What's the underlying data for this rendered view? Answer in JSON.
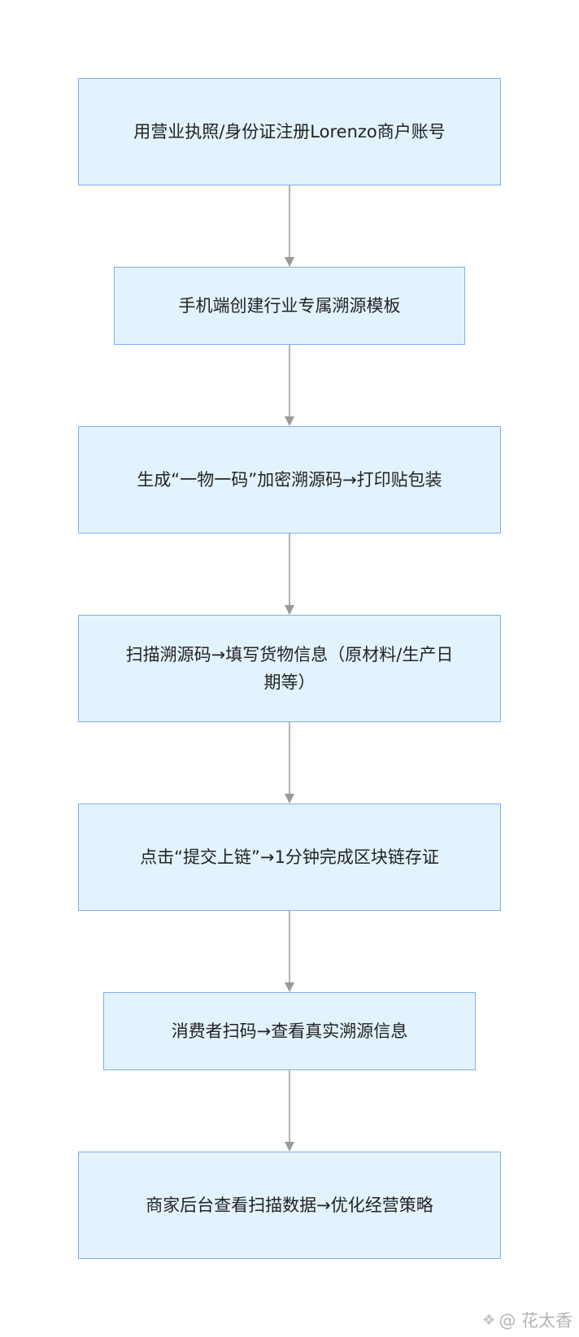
{
  "nodes": [
    {
      "id": "n1",
      "text": "用营业执照/身份证注册Lorenzo商户账号"
    },
    {
      "id": "n2",
      "text": "手机端创建行业专属溯源模板"
    },
    {
      "id": "n3",
      "text": "生成“一物一码”加密溯源码→打印贴包装"
    },
    {
      "id": "n4",
      "text": "扫描溯源码→填写货物信息（原材料/生产日期等）"
    },
    {
      "id": "n5",
      "text": "点击“提交上链”→1分钟完成区块链存证"
    },
    {
      "id": "n6",
      "text": "消费者扫码→查看真实溯源信息"
    },
    {
      "id": "n7",
      "text": "商家后台查看扫描数据→优化经营策略"
    }
  ],
  "edges": [
    {
      "from": "n1",
      "to": "n2"
    },
    {
      "from": "n2",
      "to": "n3"
    },
    {
      "from": "n3",
      "to": "n4"
    },
    {
      "from": "n4",
      "to": "n5"
    },
    {
      "from": "n5",
      "to": "n6"
    },
    {
      "from": "n6",
      "to": "n7"
    }
  ],
  "colors": {
    "node_fill": "#e3f3fd",
    "node_border": "#7eaef0",
    "edge": "#999999",
    "text": "#222222"
  },
  "watermark": {
    "icon": "diamond-logo-icon",
    "text": "@ 花太香"
  }
}
